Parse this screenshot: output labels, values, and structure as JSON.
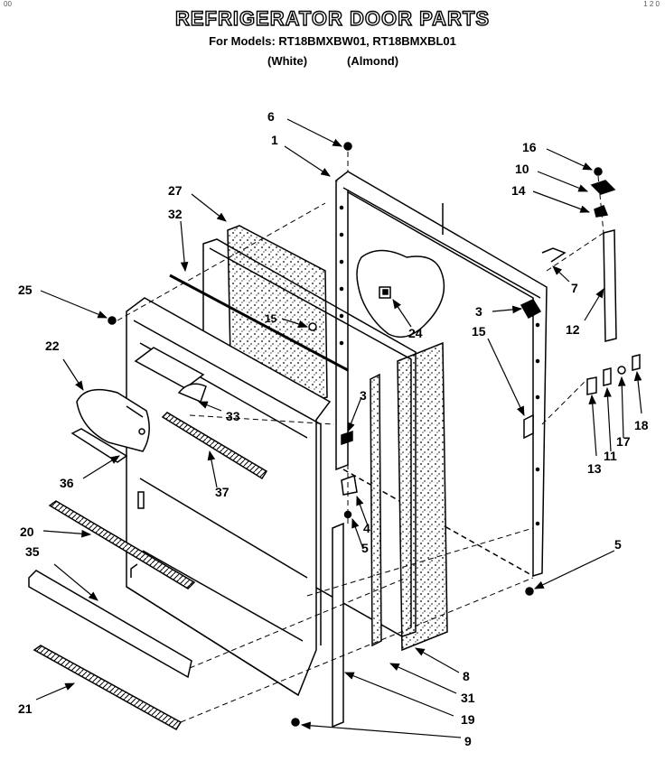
{
  "header": {
    "title": "REFRIGERATOR DOOR PARTS",
    "models_line": "For Models: RT18BMXBW01, RT18BMXBL01",
    "variant_white": "(White)",
    "variant_almond": "(Almond)",
    "corner_left": "00",
    "corner_right": "1 2 0"
  },
  "callouts": [
    {
      "id": "c6",
      "text": "6"
    },
    {
      "id": "c1",
      "text": "1"
    },
    {
      "id": "c27",
      "text": "27"
    },
    {
      "id": "c32",
      "text": "32"
    },
    {
      "id": "c25",
      "text": "25"
    },
    {
      "id": "c15a",
      "text": "15"
    },
    {
      "id": "c22",
      "text": "22"
    },
    {
      "id": "c33",
      "text": "33"
    },
    {
      "id": "c3a",
      "text": "3"
    },
    {
      "id": "c36",
      "text": "36"
    },
    {
      "id": "c37",
      "text": "37"
    },
    {
      "id": "c20",
      "text": "20"
    },
    {
      "id": "c4",
      "text": "4"
    },
    {
      "id": "c5a",
      "text": "5"
    },
    {
      "id": "c35",
      "text": "35"
    },
    {
      "id": "c21",
      "text": "21"
    },
    {
      "id": "c24",
      "text": "24"
    },
    {
      "id": "c16",
      "text": "16"
    },
    {
      "id": "c10",
      "text": "10"
    },
    {
      "id": "c14",
      "text": "14"
    },
    {
      "id": "c7",
      "text": "7"
    },
    {
      "id": "c3b",
      "text": "3"
    },
    {
      "id": "c15b",
      "text": "15"
    },
    {
      "id": "c12",
      "text": "12"
    },
    {
      "id": "c13",
      "text": "13"
    },
    {
      "id": "c11",
      "text": "11"
    },
    {
      "id": "c17",
      "text": "17"
    },
    {
      "id": "c18",
      "text": "18"
    },
    {
      "id": "c5b",
      "text": "5"
    },
    {
      "id": "c8",
      "text": "8"
    },
    {
      "id": "c31",
      "text": "31"
    },
    {
      "id": "c19",
      "text": "19"
    },
    {
      "id": "c9",
      "text": "9"
    }
  ]
}
